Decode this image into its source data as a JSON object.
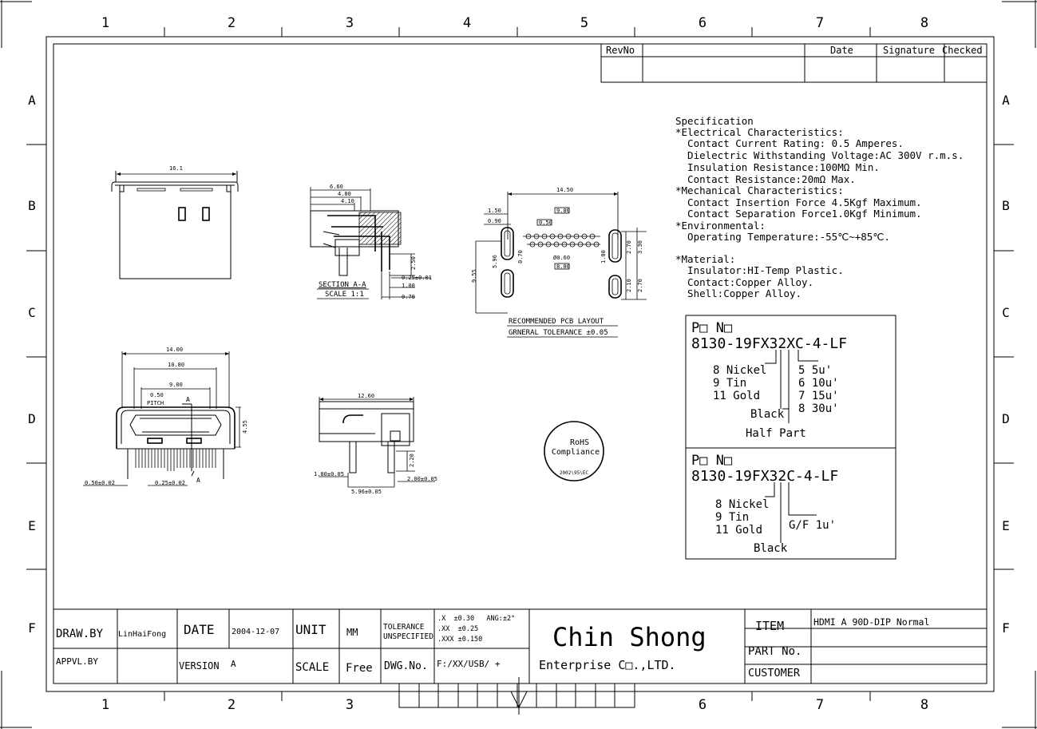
{
  "grid": {
    "columns": [
      "1",
      "2",
      "3",
      "4",
      "5",
      "6",
      "7",
      "8"
    ],
    "rows": [
      "A",
      "B",
      "C",
      "D",
      "E",
      "F"
    ]
  },
  "revision_block": {
    "revno_label": "RevNo",
    "date_label": "Date",
    "signature_label": "Signature",
    "checked_label": "Checked"
  },
  "specification": {
    "title": "Specification",
    "lines": [
      "*Electrical Characteristics:",
      "  Contact Current Rating: 0.5 Amperes.",
      "  Dielectric Withstanding Voltage:AC 300V r.m.s.",
      "  Insulation Resistance:100MΩ Min.",
      "  Contact Resistance:20mΩ Max.",
      "*Mechanical Characteristics:",
      "  Contact Insertion Force 4.5Kgf Maximum.",
      "  Contact Separation Force1.0Kgf Minimum.",
      "*Environmental:",
      "  Operating Temperature:-55℃~+85℃."
    ],
    "material_lines": [
      "*Material:",
      "  Insulator:HI-Temp Plastic.",
      "  Contact:Copper Alloy.",
      "  Shell:Copper Alloy."
    ]
  },
  "part_box_1": {
    "title": "P□ N□",
    "code": "8130-19FX32XC-4-LF",
    "left_options": [
      "8 Nickel",
      "9 Tin",
      "11 Gold"
    ],
    "right_options": [
      "5 5u'",
      "6 10u'",
      "7 15u'",
      "8 30u'"
    ],
    "black_label": "Black",
    "half_part_label": "Half Part"
  },
  "part_box_2": {
    "title": "P□ N□",
    "code": "8130-19FX32C-4-LF",
    "left_options": [
      "8 Nickel",
      "9 Tin",
      "11 Gold"
    ],
    "right_option": "G/F 1u'",
    "black_label": "Black"
  },
  "rohs": {
    "line1": "RoHS",
    "line2": "Compliance",
    "line3": "2002\\95\\EC"
  },
  "views": {
    "front_top": {
      "width_dim": "16.1"
    },
    "section": {
      "dims": [
        "6.60",
        "4.80",
        "4.10",
        "2.50",
        "0.25±0.01",
        "1.00",
        "0.70"
      ],
      "label": "SECTION A-A",
      "scale": "SCALE 1:1"
    },
    "pcb": {
      "dims": [
        "14.50",
        "1.50",
        "0.90",
        "9.00",
        "0.50",
        "0.70",
        "5.96",
        "9.55",
        "Ø0.60",
        "8.00",
        "1.00",
        "2.70",
        "3.30",
        "2.10",
        "2.70"
      ],
      "label": "RECOMMENDED PCB LAYOUT",
      "tolerance": "GRNERAL TOLERANCE ±0.05"
    },
    "front_bottom": {
      "dims": [
        "14.00",
        "10.80",
        "9.00",
        "0.50",
        "PITCH",
        "4.55",
        "0.50±0.02",
        "0.25±0.02"
      ],
      "section_marks": [
        "A",
        "A"
      ]
    },
    "side": {
      "dims": [
        "12.60",
        "1.00±0.05",
        "2.20",
        "2.00±0.05",
        "5.96±0.05"
      ]
    }
  },
  "title_block": {
    "draw_by_label": "DRAW.BY",
    "draw_by_value": "LinHaiFong",
    "date_label": "DATE",
    "date_value": "2004-12-07",
    "unit_label": "UNIT",
    "unit_value": "MM",
    "tolerance_label_1": "TOLERANCE",
    "tolerance_label_2": "UNSPECIFIED",
    "tol_x": ".X  ±0.30   ANG:±2°",
    "tol_xx": ".XX  ±0.25",
    "tol_xxx": ".XXX ±0.150",
    "company_1": "Chin Shong",
    "company_2": "Enterprise C□.,LTD.",
    "item_label": "ITEM",
    "item_value": "HDMI A 90D-DIP Normal",
    "part_no_label": "PART No.",
    "customer_label": "CUSTOMER",
    "appvl_label": "APPVL.BY",
    "version_label": "VERSION",
    "version_value": "A",
    "scale_label": "SCALE",
    "scale_value": "Free",
    "dwg_label": "DWG.No.",
    "dwg_value": "F:/XX/USB/ +"
  }
}
